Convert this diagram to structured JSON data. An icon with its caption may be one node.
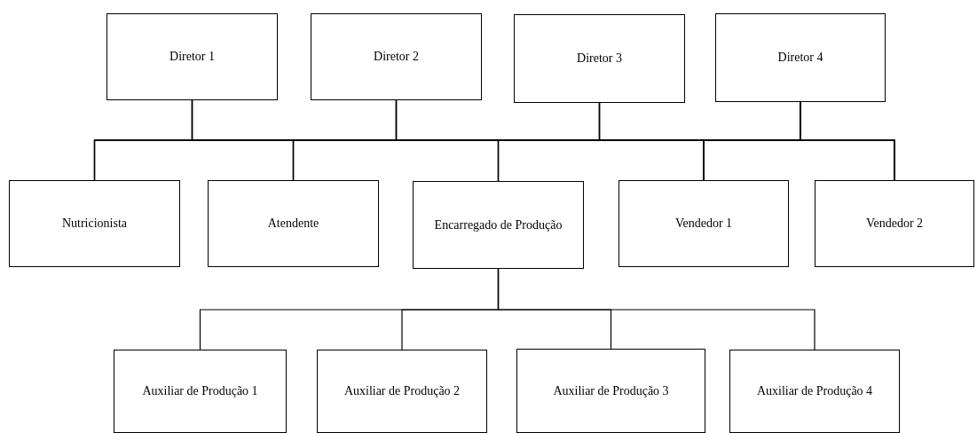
{
  "diagram": {
    "nodes": [
      {
        "text": [
          "Diretor 1"
        ]
      },
      {
        "text": [
          "Diretor 2"
        ]
      },
      {
        "text": [
          "Diretor 3"
        ]
      },
      {
        "text": [
          "Diretor 4"
        ]
      },
      {
        "text": [
          "Nutricionista"
        ]
      },
      {
        "text": [
          "Atendente"
        ]
      },
      {
        "text": [
          "Encarregado de Produção"
        ]
      },
      {
        "text": [
          "Vendedor 1"
        ]
      },
      {
        "text": [
          "Vendedor 2"
        ]
      },
      {
        "text": [
          "Auxiliar de Produção 1"
        ]
      },
      {
        "text": [
          "Auxiliar de Produção 2"
        ]
      },
      {
        "text": [
          "Auxiliar de Produção 3"
        ]
      },
      {
        "text": [
          "Auxiliar de Produção 4"
        ]
      }
    ],
    "edges": [
      {
        "from": 0,
        "to": 4,
        "arrow": "none"
      },
      {
        "from": 0,
        "to": 5,
        "arrow": "none"
      },
      {
        "from": 0,
        "to": 6,
        "arrow": "none"
      },
      {
        "from": 0,
        "to": 7,
        "arrow": "none"
      },
      {
        "from": 0,
        "to": 8,
        "arrow": "none"
      },
      {
        "from": 1,
        "to": 4,
        "arrow": "none"
      },
      {
        "from": 1,
        "to": 5,
        "arrow": "none"
      },
      {
        "from": 1,
        "to": 6,
        "arrow": "none"
      },
      {
        "from": 1,
        "to": 7,
        "arrow": "none"
      },
      {
        "from": 1,
        "to": 8,
        "arrow": "none"
      },
      {
        "from": 2,
        "to": 4,
        "arrow": "none"
      },
      {
        "from": 2,
        "to": 5,
        "arrow": "none"
      },
      {
        "from": 2,
        "to": 6,
        "arrow": "none"
      },
      {
        "from": 2,
        "to": 7,
        "arrow": "none"
      },
      {
        "from": 2,
        "to": 8,
        "arrow": "none"
      },
      {
        "from": 3,
        "to": 4,
        "arrow": "none"
      },
      {
        "from": 3,
        "to": 5,
        "arrow": "none"
      },
      {
        "from": 3,
        "to": 6,
        "arrow": "none"
      },
      {
        "from": 3,
        "to": 7,
        "arrow": "none"
      },
      {
        "from": 3,
        "to": 8,
        "arrow": "none"
      },
      {
        "from": 6,
        "to": 9,
        "arrow": "none"
      },
      {
        "from": 6,
        "to": 10,
        "arrow": "none"
      },
      {
        "from": 6,
        "to": 11,
        "arrow": "none"
      },
      {
        "from": 6,
        "to": 12,
        "arrow": "none"
      }
    ]
  }
}
